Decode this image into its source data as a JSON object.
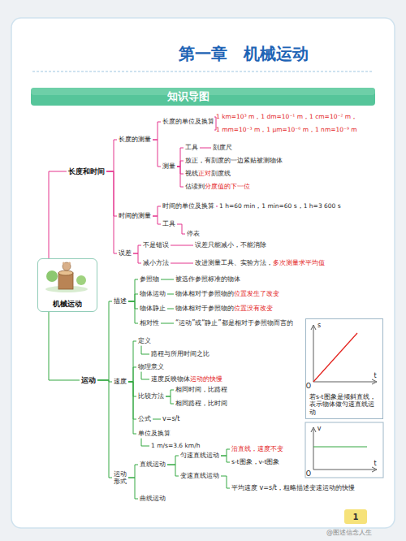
{
  "diagram": {
    "title": "第一章　机械运动",
    "nodes": [
      {
        "text": [
          "机械运动"
        ]
      },
      {
        "text": [
          "长度和时间"
        ]
      },
      {
        "text": [
          "长度的测量"
        ]
      },
      {
        "text": [
          "长度的单位及换算"
        ]
      },
      {
        "text": [
          "1 km=10³ m，1 dm=10⁻¹ m，1 cm=10⁻² m，"
        ]
      },
      {
        "text": [
          "1 mm=10⁻³ m，1 μm=10⁻⁶ m，1 nm=10⁻⁹ m"
        ]
      },
      {
        "text": [
          "测量"
        ]
      },
      {
        "text": [
          "工具"
        ]
      },
      {
        "text": [
          "刻度尺"
        ]
      },
      {
        "text": [
          "放正，有刻度的一边紧贴被测物体"
        ]
      },
      {
        "text": [
          "视线正对刻度线"
        ]
      },
      {
        "text": [
          "估读到分度值的下一位"
        ]
      },
      {
        "text": [
          "时间的测量"
        ]
      },
      {
        "text": [
          "时间的单位及换算"
        ]
      },
      {
        "text": [
          "1 h=60 min，1 min=60 s，1 h=3 600 s"
        ]
      },
      {
        "text": [
          "工具"
        ]
      },
      {
        "text": [
          "停表"
        ]
      },
      {
        "text": [
          "误差"
        ]
      },
      {
        "text": [
          "不是错误"
        ]
      },
      {
        "text": [
          "误差只能减小，不能消除"
        ]
      },
      {
        "text": [
          "减小方法"
        ]
      },
      {
        "text": [
          "改进测量工具、实验方法，多次测量求平均值"
        ]
      },
      {
        "text": [
          "运动"
        ]
      },
      {
        "text": [
          "描述"
        ]
      },
      {
        "text": [
          "参照物"
        ]
      },
      {
        "text": [
          "被选作参照标准的物体"
        ]
      },
      {
        "text": [
          "物体运动"
        ]
      },
      {
        "text": [
          "物体相对于参照物的位置发生了改变"
        ]
      },
      {
        "text": [
          "物体静止"
        ]
      },
      {
        "text": [
          "物体相对于参照物的位置没有改变"
        ]
      },
      {
        "text": [
          "相对性"
        ]
      },
      {
        "text": [
          "“运动”或“静止”都是相对于参照物而言的"
        ]
      },
      {
        "text": [
          "速度"
        ]
      },
      {
        "text": [
          "定义"
        ]
      },
      {
        "text": [
          "路程与所用时间之比"
        ]
      },
      {
        "text": [
          "物理意义"
        ]
      },
      {
        "text": [
          "速度反映物体运动的快慢"
        ]
      },
      {
        "text": [
          "比较方法"
        ]
      },
      {
        "text": [
          "相同时间，比路程"
        ]
      },
      {
        "text": [
          "相同路程，比时间"
        ]
      },
      {
        "text": [
          "公式"
        ]
      },
      {
        "text": [
          "v=s/t"
        ]
      },
      {
        "text": [
          "单位及换算"
        ]
      },
      {
        "text": [
          "1 m/s=3.6 km/h"
        ]
      },
      {
        "text": [
          "运动形式"
        ]
      },
      {
        "text": [
          "直线运动"
        ]
      },
      {
        "text": [
          "匀速直线运动"
        ]
      },
      {
        "text": [
          "沿直线，速度不变"
        ]
      },
      {
        "text": [
          "s-t图象，v-t图象"
        ]
      },
      {
        "text": [
          "变速直线运动"
        ]
      },
      {
        "text": [
          "平均速度 v=s/t，粗略描述变速运动的快慢"
        ]
      },
      {
        "text": [
          "曲线运动"
        ]
      },
      {
        "text": [
          "若s-t图象是倾斜直线，表示物体做匀速直线运动"
        ]
      }
    ],
    "edges": [
      {
        "from": 0,
        "to": 1,
        "arrow": "none"
      },
      {
        "from": 1,
        "to": 2,
        "arrow": "none"
      },
      {
        "from": 2,
        "to": 3,
        "arrow": "none"
      },
      {
        "from": 3,
        "to": 4,
        "arrow": "none"
      },
      {
        "from": 3,
        "to": 5,
        "arrow": "none"
      },
      {
        "from": 2,
        "to": 6,
        "arrow": "none"
      },
      {
        "from": 6,
        "to": 7,
        "arrow": "none"
      },
      {
        "from": 7,
        "to": 8,
        "arrow": "none"
      },
      {
        "from": 6,
        "to": 9,
        "arrow": "none"
      },
      {
        "from": 6,
        "to": 10,
        "arrow": "none"
      },
      {
        "from": 6,
        "to": 11,
        "arrow": "none"
      },
      {
        "from": 1,
        "to": 12,
        "arrow": "none"
      },
      {
        "from": 12,
        "to": 13,
        "arrow": "none"
      },
      {
        "from": 13,
        "to": 14,
        "arrow": "none"
      },
      {
        "from": 12,
        "to": 15,
        "arrow": "none"
      },
      {
        "from": 15,
        "to": 16,
        "arrow": "none"
      },
      {
        "from": 1,
        "to": 17,
        "arrow": "none"
      },
      {
        "from": 17,
        "to": 18,
        "arrow": "none"
      },
      {
        "from": 18,
        "to": 19,
        "arrow": "none"
      },
      {
        "from": 17,
        "to": 20,
        "arrow": "none"
      },
      {
        "from": 20,
        "to": 21,
        "arrow": "none"
      },
      {
        "from": 0,
        "to": 22,
        "arrow": "none"
      },
      {
        "from": 22,
        "to": 23,
        "arrow": "none"
      },
      {
        "from": 23,
        "to": 24,
        "arrow": "none"
      },
      {
        "from": 24,
        "to": 25,
        "arrow": "none"
      },
      {
        "from": 23,
        "to": 26,
        "arrow": "none"
      },
      {
        "from": 26,
        "to": 27,
        "arrow": "none"
      },
      {
        "from": 23,
        "to": 28,
        "arrow": "none"
      },
      {
        "from": 28,
        "to": 29,
        "arrow": "none"
      },
      {
        "from": 23,
        "to": 30,
        "arrow": "none"
      },
      {
        "from": 30,
        "to": 31,
        "arrow": "none"
      },
      {
        "from": 22,
        "to": 32,
        "arrow": "none"
      },
      {
        "from": 32,
        "to": 33,
        "arrow": "none"
      },
      {
        "from": 33,
        "to": 34,
        "arrow": "none"
      },
      {
        "from": 32,
        "to": 35,
        "arrow": "none"
      },
      {
        "from": 35,
        "to": 36,
        "arrow": "none"
      },
      {
        "from": 32,
        "to": 37,
        "arrow": "none"
      },
      {
        "from": 37,
        "to": 38,
        "arrow": "none"
      },
      {
        "from": 37,
        "to": 39,
        "arrow": "none"
      },
      {
        "from": 32,
        "to": 40,
        "arrow": "none"
      },
      {
        "from": 40,
        "to": 41,
        "arrow": "none"
      },
      {
        "from": 32,
        "to": 42,
        "arrow": "none"
      },
      {
        "from": 42,
        "to": 43,
        "arrow": "none"
      },
      {
        "from": 22,
        "to": 44,
        "arrow": "none"
      },
      {
        "from": 44,
        "to": 45,
        "arrow": "none"
      },
      {
        "from": 45,
        "to": 46,
        "arrow": "none"
      },
      {
        "from": 46,
        "to": 47,
        "arrow": "none"
      },
      {
        "from": 46,
        "to": 48,
        "arrow": "none"
      },
      {
        "from": 45,
        "to": 49,
        "arrow": "none"
      },
      {
        "from": 49,
        "to": 50,
        "arrow": "none"
      },
      {
        "from": 44,
        "to": 51,
        "arrow": "none"
      }
    ],
    "labels": [
      "知识导图",
      "s",
      "t",
      "O",
      "v",
      "t",
      "O",
      "1",
      "@图述信念人生"
    ]
  }
}
